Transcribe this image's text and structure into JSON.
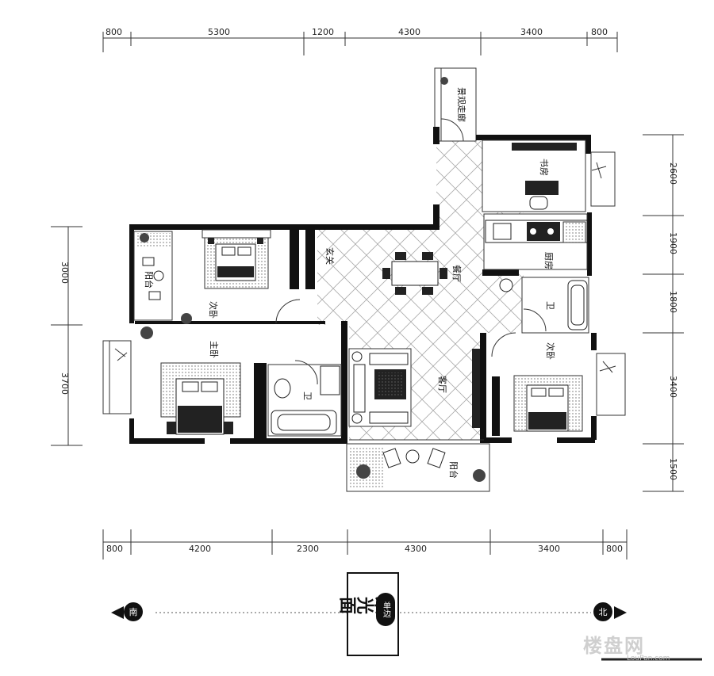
{
  "dims_top": [
    "800",
    "5300",
    "1200",
    "4300",
    "3400",
    "800"
  ],
  "dims_bottom": [
    "800",
    "4200",
    "2300",
    "4300",
    "3400",
    "800"
  ],
  "dims_left": [
    "3000",
    "3700"
  ],
  "dims_right": [
    "2600",
    "1900",
    "1800",
    "3400",
    "1500"
  ],
  "rooms": {
    "corridor": "景观走廊",
    "study": "书房",
    "kitchen": "厨房",
    "dining": "餐厅",
    "entrance": "玄关",
    "balcony_left": "阳台",
    "bedroom_left": "次卧",
    "master_bedroom": "主卧",
    "bath_left": "卫",
    "living": "客厅",
    "balcony_bottom": "阳台",
    "bath_right": "卫",
    "bedroom_right": "次卧"
  },
  "legend": {
    "lighting_face": "采光面",
    "badge": "单边",
    "south": "南",
    "north": "北"
  },
  "watermark": {
    "brand": "楼盘网",
    "url": "LouPan.com"
  }
}
